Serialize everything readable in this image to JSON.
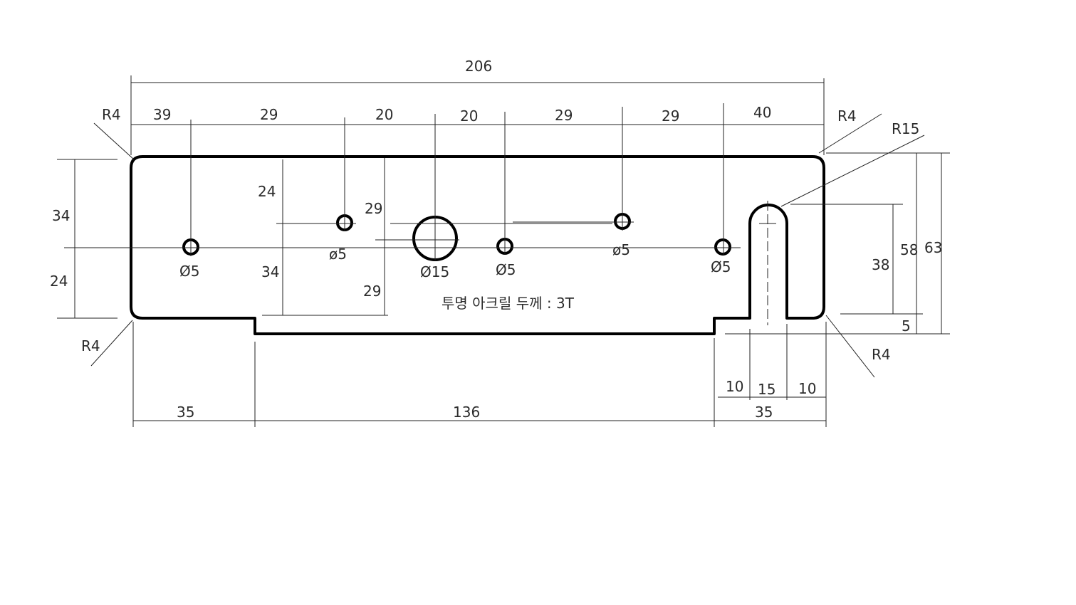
{
  "labels": {
    "overall_length": "206",
    "top_segments": [
      "39",
      "29",
      "20",
      "20",
      "29",
      "29",
      "40"
    ],
    "corner_radius": "R4",
    "slot_radius": "R15",
    "height_34": "34",
    "height_24": "24",
    "hole_offset_24": "24",
    "hole_offset_34": "34",
    "hole_offset_29_upper": "29",
    "hole_offset_29_lower": "29",
    "hole_dia_5a": "Ø5",
    "hole_dia_5b": "ø5",
    "hole_dia_15": "Ø15",
    "hole_dia_5c": "Ø5",
    "hole_dia_5d": "ø5",
    "hole_dia_5e": "Ø5",
    "note": "투명 아크릴 두께 : 3T",
    "slot_depth": "38",
    "height_58": "58",
    "height_63": "63",
    "step_5": "5",
    "slot_side_left": "10",
    "slot_width": "15",
    "slot_side_right": "10",
    "bottom_left": "35",
    "bottom_middle": "136",
    "bottom_right": "35"
  }
}
